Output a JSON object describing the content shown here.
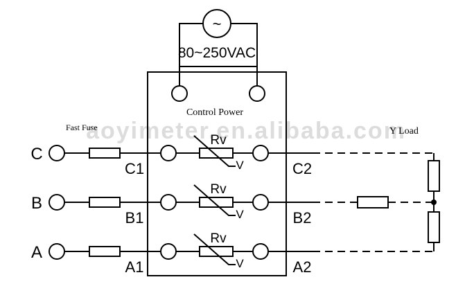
{
  "source": {
    "symbol": "~",
    "voltage_label": "80~250VAC"
  },
  "control_power_label": "Control Power",
  "fuse_label": "Fast Fuse",
  "load_label": "Y Load",
  "watermark": "aoyimeter.en.alibaba.com",
  "phases": [
    {
      "input": "C",
      "terminal_in": "C1",
      "terminal_out": "C2",
      "rv": "Rv",
      "v": "V"
    },
    {
      "input": "B",
      "terminal_in": "B1",
      "terminal_out": "B2",
      "rv": "Rv",
      "v": "V"
    },
    {
      "input": "A",
      "terminal_in": "A1",
      "terminal_out": "A2",
      "rv": "Rv",
      "v": "V"
    }
  ],
  "colors": {
    "line": "#000000",
    "watermark": "#d9d9d9"
  }
}
